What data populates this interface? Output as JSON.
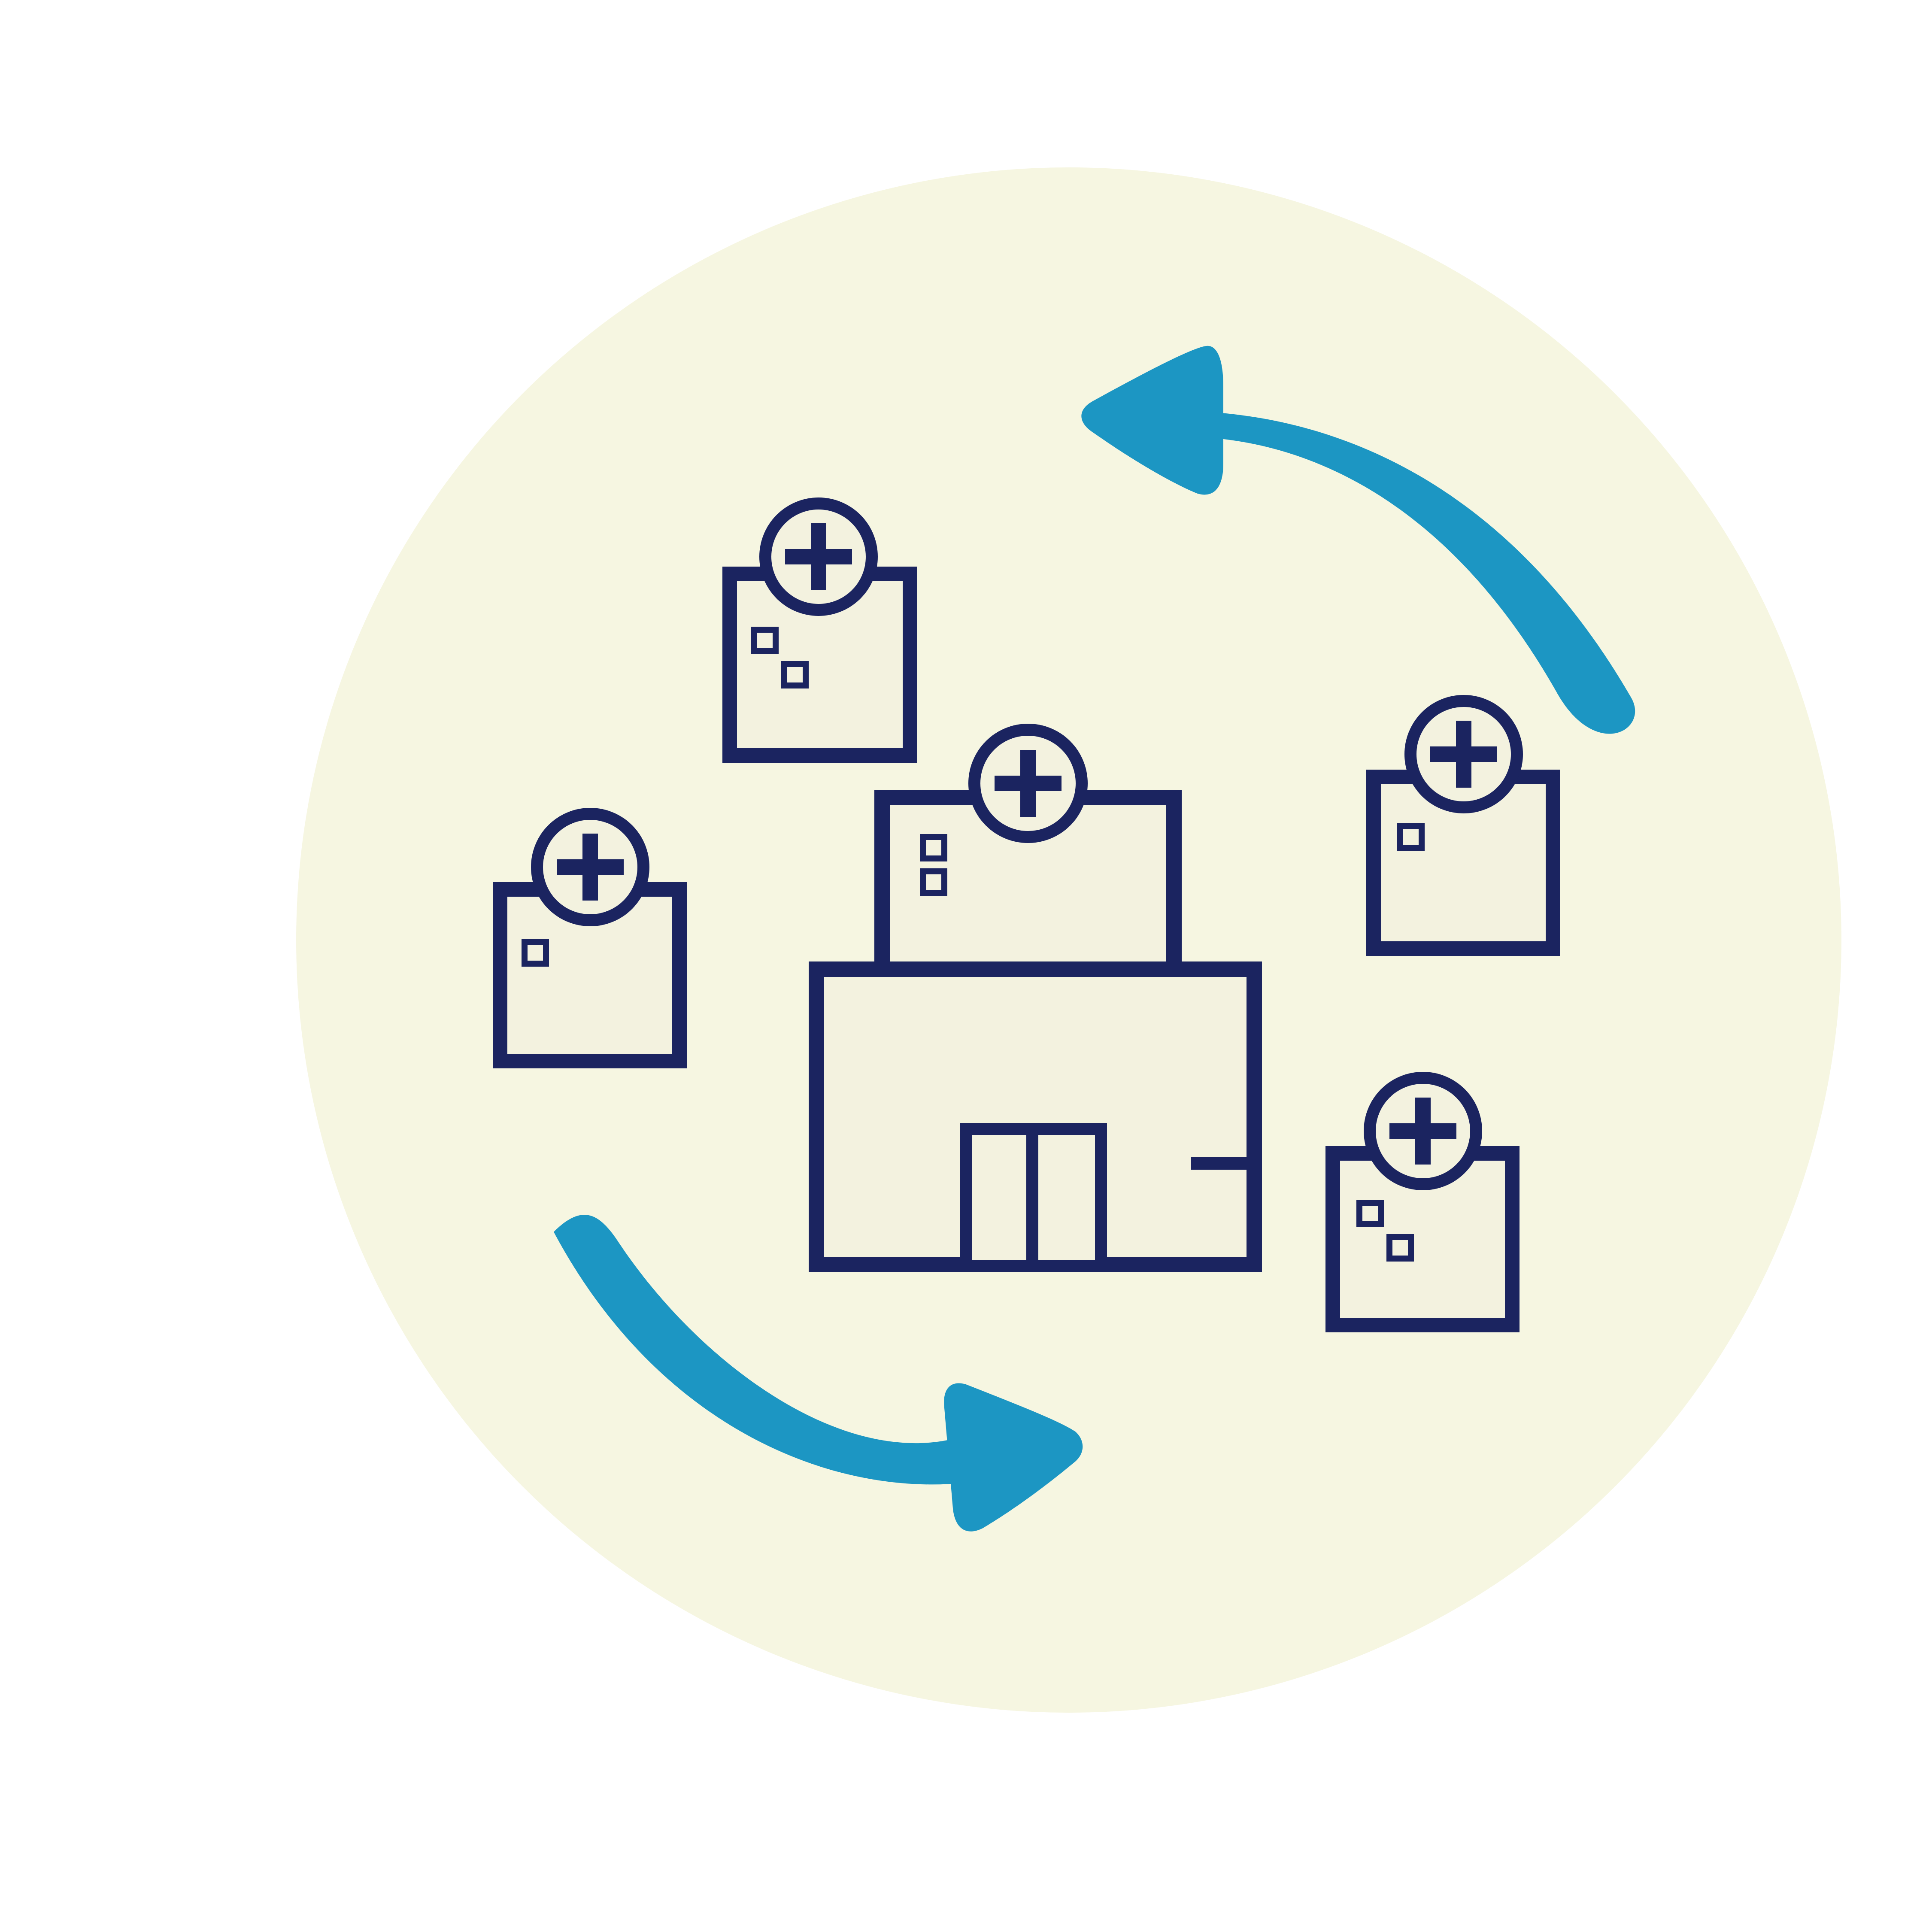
{
  "illustration": {
    "subject": "hospital-network-cycle",
    "colors": {
      "background": "#ffffff",
      "circle": "#f6f6e1",
      "building_fill": "#f3f2df",
      "outline": "#1b2460",
      "arrow": "#1c96c3"
    },
    "elements": {
      "main_building": "hospital-main-building",
      "clinics": [
        "clinic-top-left",
        "clinic-left",
        "clinic-right",
        "clinic-bottom-right"
      ],
      "arrows": [
        "cycle-arrow-top",
        "cycle-arrow-bottom"
      ],
      "icon": "medical-cross-icon"
    }
  }
}
